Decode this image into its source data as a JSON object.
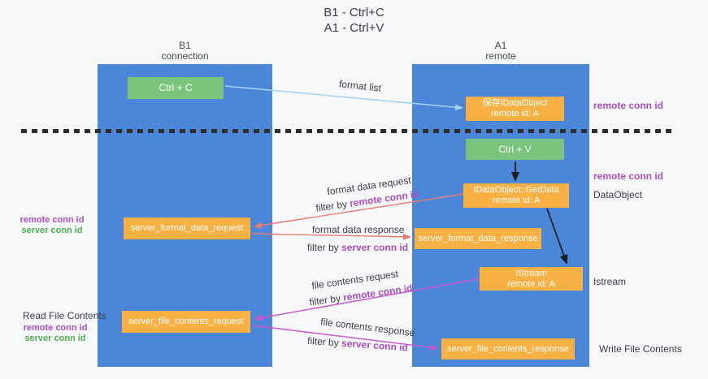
{
  "title": {
    "line1": "B1 - Ctrl+C",
    "line2": "A1 - Ctrl+V"
  },
  "columns": {
    "left": {
      "name": "B1",
      "subtitle": "connection"
    },
    "right": {
      "name": "A1",
      "subtitle": "remote"
    }
  },
  "nodes": {
    "ctrl_c": "Ctrl + C",
    "ctrl_v": "Ctrl + V",
    "save_idataobject": {
      "line1": "保存IDataObject",
      "line2": "remote id: A"
    },
    "getdata": {
      "line1": "IDataObject::GetData",
      "line2": "remote id: A"
    },
    "istream": {
      "line1": "IStream",
      "line2": "remote id: A"
    },
    "server_format_data_request": "server_format_data_request",
    "server_format_data_response": "server_format_data_response",
    "server_file_contents_request": "server_file_contents_request",
    "server_file_contents_response": "server_file_contents_response"
  },
  "arrow_labels": {
    "format_list": "format list",
    "format_data_request": "format data request",
    "format_data_response": "format data response",
    "file_contents_request": "file contents request",
    "file_contents_response": "file contents response",
    "filter_by": "filter by "
  },
  "side_labels": {
    "remote_conn_id": "remote conn id",
    "server_conn_id": "server conn id",
    "dataobject": "DataObject",
    "istream": "Istream",
    "read_file_contents": "Read File Contents",
    "write_file_contents": "Write File Contents"
  },
  "colors": {
    "background": "#f7f8fa",
    "column_blue": "#4c86d9",
    "node_green": "#7bc47e",
    "node_orange": "#f9b144",
    "arrow_lightblue": "#a5d3f3",
    "arrow_red": "#e97c73",
    "arrow_magenta": "#cd54cc",
    "arrow_black": "#1f1f1f",
    "text_purple": "#a94fc4",
    "text_green": "#4caf50",
    "text_dark": "#3c4043"
  }
}
